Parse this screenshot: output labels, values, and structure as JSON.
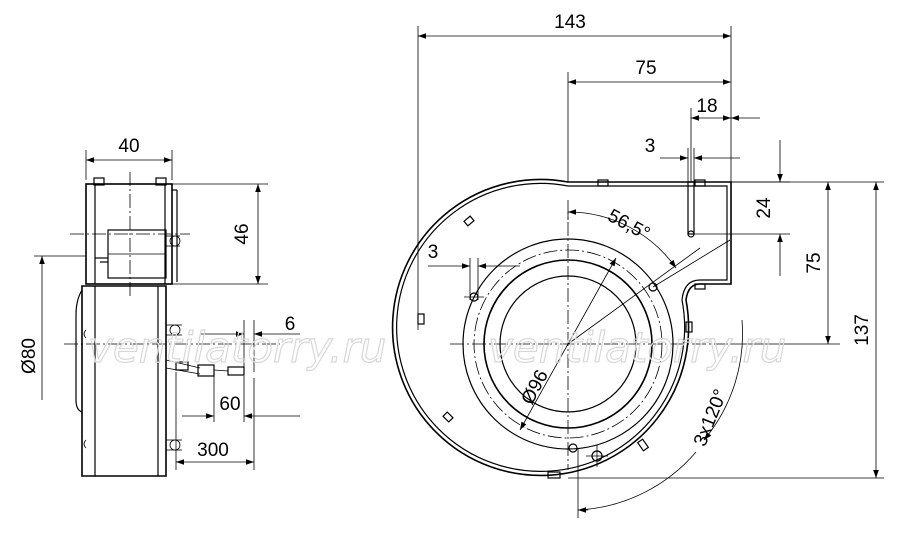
{
  "dimensions": {
    "side_width": "40",
    "side_height": "46",
    "diameter_80": "Ø80",
    "connector_6": "6",
    "connector_60": "60",
    "cable_300": "300",
    "overall_width": "143",
    "center_to_outlet": "75",
    "outlet_18": "18",
    "outlet_3": "3",
    "outlet_24": "24",
    "right_75": "75",
    "overall_height": "137",
    "angle": "56,5°",
    "hole_3": "3",
    "inlet_diameter": "Ø96",
    "holes": "3x120°"
  },
  "watermarks": [
    "ventilatorry.ru",
    "ventilatorry.ru"
  ]
}
